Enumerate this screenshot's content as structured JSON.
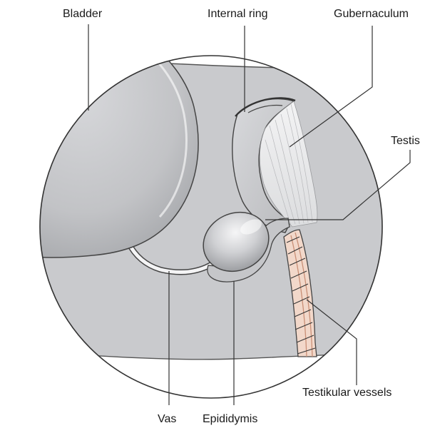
{
  "labels": {
    "bladder": "Bladder",
    "internal_ring": "Internal ring",
    "gubernaculum": "Gubernaculum",
    "testis": "Testis",
    "testikular_vessels": "Testikular vessels",
    "vas": "Vas",
    "epididymis": "Epididymis"
  }
}
